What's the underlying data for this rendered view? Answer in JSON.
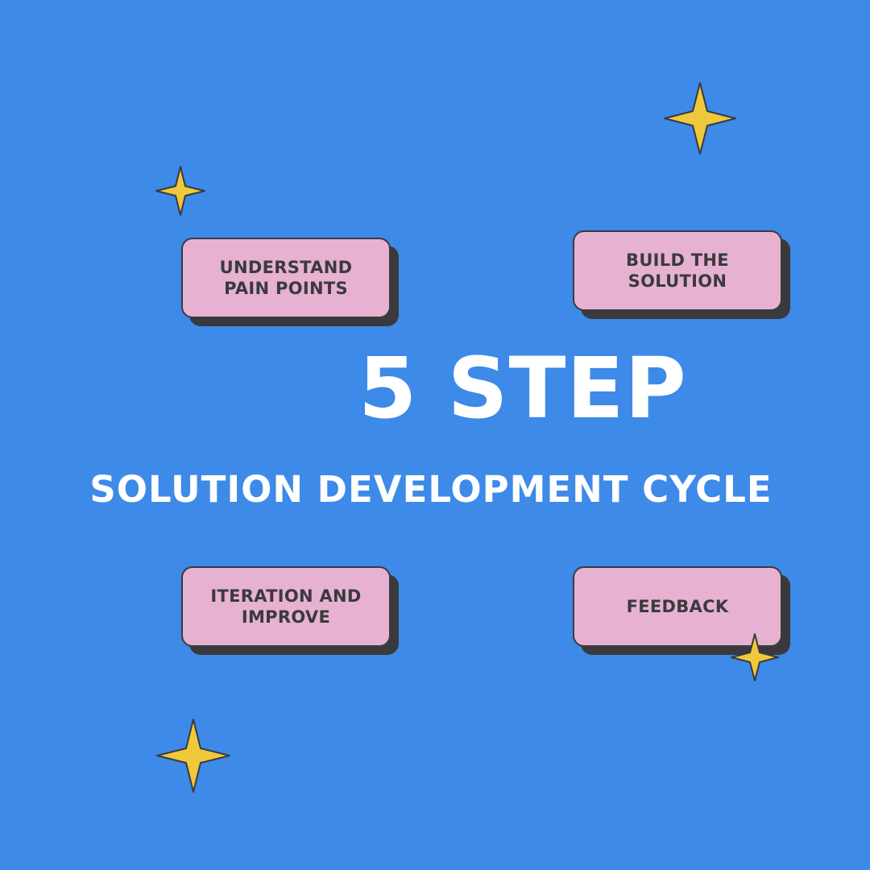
{
  "title": "5 STEP",
  "subtitle": "SOLUTION DEVELOPMENT CYCLE",
  "steps": [
    {
      "label": "UNDERSTAND\nPAIN POINTS"
    },
    {
      "label": "BUILD THE\nSOLUTION"
    },
    {
      "label": "ITERATION AND\nIMPROVE"
    },
    {
      "label": "FEEDBACK"
    }
  ],
  "colors": {
    "background": "#3d8ae8",
    "box_fill": "#e7b1d1",
    "box_outline": "#3a3a3e",
    "text_white": "#ffffff",
    "sparkle": "#f0c83c"
  },
  "icons": [
    "sparkle-icon"
  ]
}
